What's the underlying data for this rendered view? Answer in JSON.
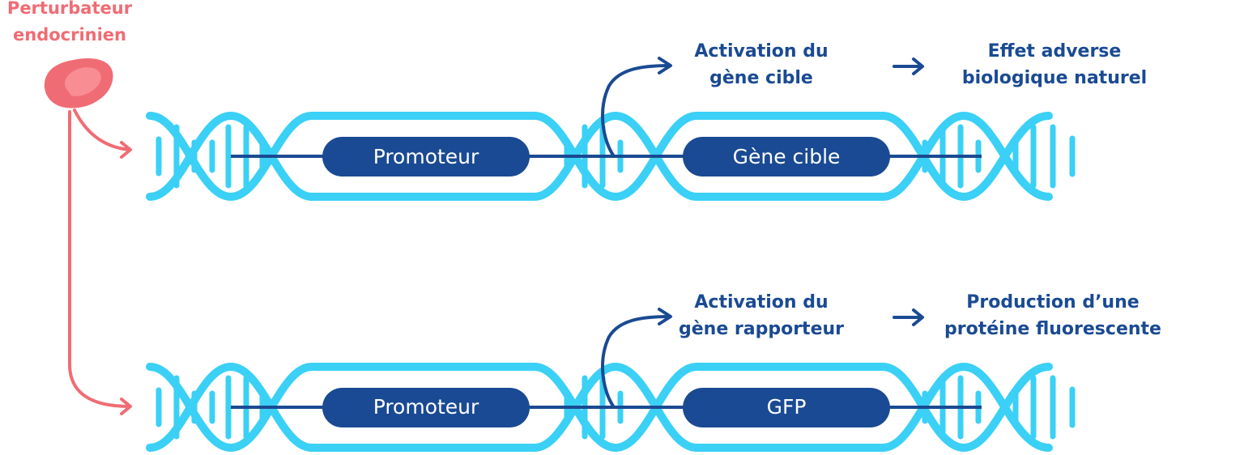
{
  "disruptor": {
    "line1": "Perturbateur",
    "line2": "endocrinien"
  },
  "rows": [
    {
      "promoter": "Promoteur",
      "gene": "Gène cible",
      "activation": {
        "line1": "Activation du",
        "line2": "gène cible"
      },
      "effect": {
        "line1": "Effet adverse",
        "line2": "biologique naturel"
      }
    },
    {
      "promoter": "Promoteur",
      "gene": "GFP",
      "activation": {
        "line1": "Activation du",
        "line2": "gène rapporteur"
      },
      "effect": {
        "line1": "Production d’une",
        "line2": "protéine fluorescente"
      }
    }
  ],
  "colors": {
    "helix": "#3bd0f5",
    "navy": "#1a4a93",
    "disruptor": "#f06c74",
    "disruptor_fill": "#f88d94"
  }
}
